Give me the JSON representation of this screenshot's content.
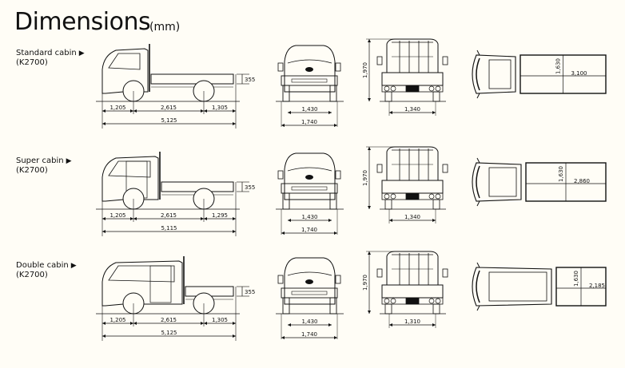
{
  "title": "Dimensions",
  "unit": "(mm)",
  "variants": [
    {
      "name": "Standard cabin",
      "model": "(K2700)",
      "arrow": "▶",
      "front_overhang": "1,205",
      "wheelbase": "2,615",
      "rear_overhang": "1,305",
      "overall_length": "5,125",
      "deck_height": "355",
      "front_tread": "1,430",
      "overall_width": "1,740",
      "overall_height": "1,970",
      "rear_tread": "1,340",
      "deck_width": "1,630",
      "deck_length": "3,100"
    },
    {
      "name": "Super cabin",
      "model": "(K2700)",
      "arrow": "▶",
      "front_overhang": "1,205",
      "wheelbase": "2,615",
      "rear_overhang": "1,295",
      "overall_length": "5,115",
      "deck_height": "355",
      "front_tread": "1,430",
      "overall_width": "1,740",
      "overall_height": "1,970",
      "rear_tread": "1,340",
      "deck_width": "1,630",
      "deck_length": "2,860"
    },
    {
      "name": "Double cabin",
      "model": "(K2700)",
      "arrow": "▶",
      "front_overhang": "1,205",
      "wheelbase": "2,615",
      "rear_overhang": "1,305",
      "overall_length": "5,125",
      "deck_height": "355",
      "front_tread": "1,430",
      "overall_width": "1,740",
      "overall_height": "1,970",
      "rear_tread": "1,310",
      "deck_width": "1,630",
      "deck_length": "2,185"
    }
  ]
}
